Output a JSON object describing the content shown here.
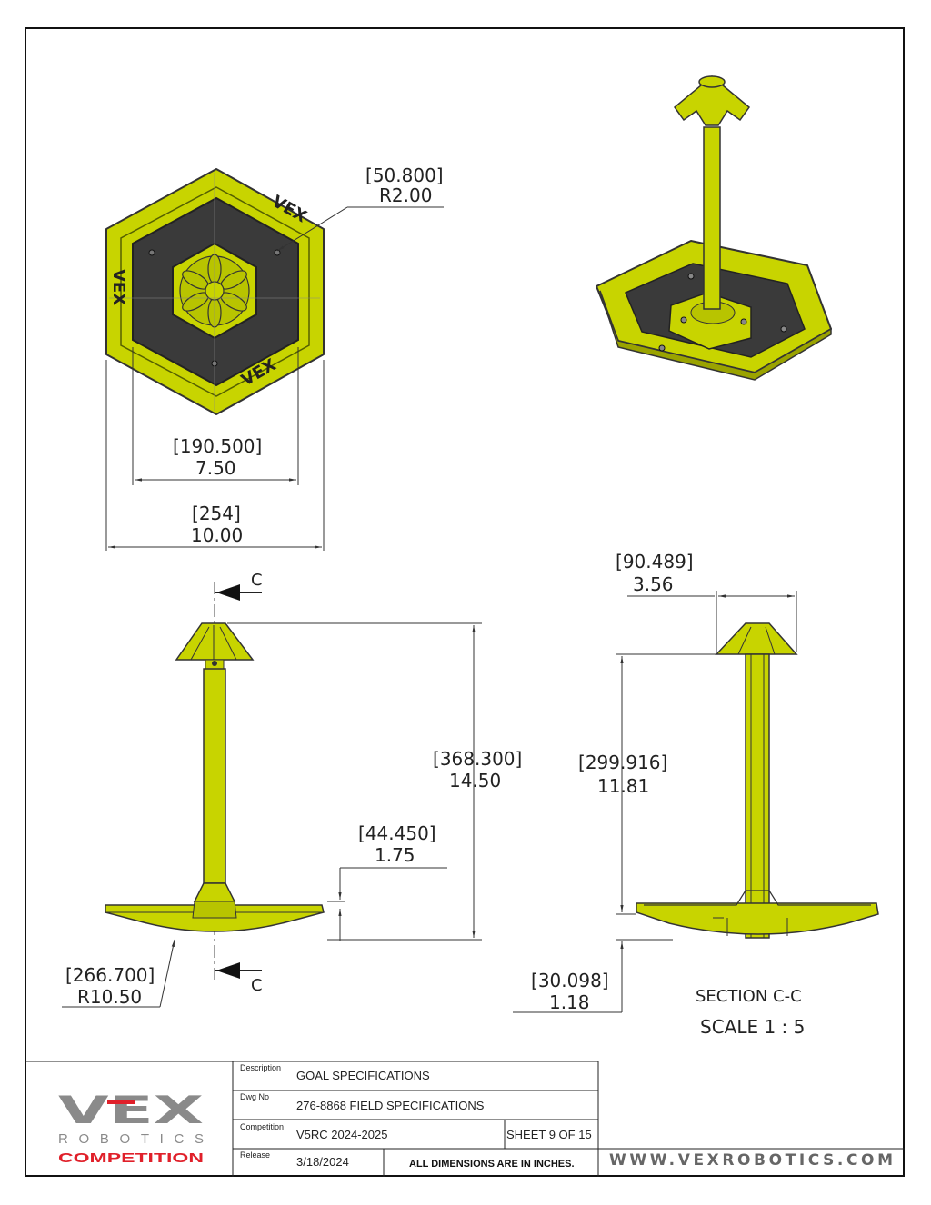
{
  "colors": {
    "part_yellow": "#c8d400",
    "part_dark": "#3a3a3a",
    "vex_red": "#e0202a",
    "vex_gray": "#8a8a8a"
  },
  "top_view": {
    "radius_mm": "50.800",
    "radius_in": "R2.00",
    "inner_width_mm": "190.500",
    "inner_width_in": "7.50",
    "outer_width_mm": "254",
    "outer_width_in": "10.00"
  },
  "side_view": {
    "section_marker": "C",
    "height_mm": "368.300",
    "height_in": "14.50",
    "base_height_mm": "44.450",
    "base_height_in": "1.75",
    "base_radius_mm": "266.700",
    "base_radius_in": "R10.50"
  },
  "section_view": {
    "top_width_mm": "90.489",
    "top_width_in": "3.56",
    "post_height_mm": "299.916",
    "post_height_in": "11.81",
    "base_mm": "30.098",
    "base_in": "1.18",
    "title": "SECTION C-C",
    "scale": "SCALE  1 : 5"
  },
  "logo_text": {
    "word": "VEX",
    "sub": "ROBOTICS",
    "competition": "COMPETITION"
  },
  "title_block": {
    "description_label": "Description",
    "description": "GOAL SPECIFICATIONS",
    "dwg_label": "Dwg  No",
    "dwg": "276-8868 FIELD SPECIFICATIONS",
    "competition_label": "Competition",
    "competition": "V5RC 2024-2025",
    "sheet": "SHEET 9 OF 15",
    "release_label": "Release",
    "release": "3/18/2024",
    "note": "ALL DIMENSIONS ARE IN INCHES.",
    "website": "WWW.VEXROBOTICS.COM"
  }
}
